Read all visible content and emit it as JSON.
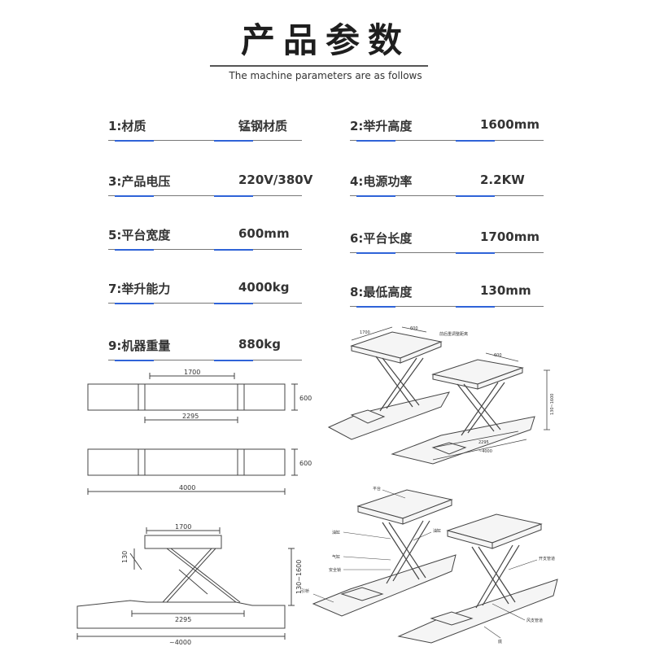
{
  "header": {
    "title": "产品参数",
    "subtitle": "The machine parameters are as follows"
  },
  "specs": [
    {
      "label": "1:材质",
      "value": "锰钢材质"
    },
    {
      "label": "2:举升高度",
      "value": "1600mm"
    },
    {
      "label": "3:产品电压",
      "value": "220V/380V"
    },
    {
      "label": "4:电源功率",
      "value": "2.2KW"
    },
    {
      "label": "5:平台宽度",
      "value": "600mm"
    },
    {
      "label": "6:平台长度",
      "value": "1700mm"
    },
    {
      "label": "7:举升能力",
      "value": "4000kg"
    },
    {
      "label": "8:最低高度",
      "value": "130mm"
    },
    {
      "label": "9:机器重量",
      "value": "880kg"
    }
  ],
  "drawings": {
    "top_view_1": {
      "length_top": "1700",
      "length_bottom": "2295",
      "width": "600"
    },
    "top_view_2": {
      "length": "4000",
      "width": "600"
    },
    "side_view": {
      "platform": "1700",
      "min_height": "130",
      "range": "130~1600",
      "base": "2295",
      "total": "~4000"
    },
    "iso_view_1": {
      "d1": "1700",
      "d2": "600",
      "d3": "600",
      "note": "前后重调整距离",
      "height": "130~1600",
      "base": "2295",
      "total": "~4000"
    },
    "iso_view_2": {
      "labels": [
        "平台",
        "油缸",
        "气缸",
        "安全锁",
        "引桥",
        "油缸",
        "开支管道",
        "风支管道",
        "底"
      ]
    }
  },
  "colors": {
    "accent": "#2f63d8",
    "text": "#333333"
  }
}
